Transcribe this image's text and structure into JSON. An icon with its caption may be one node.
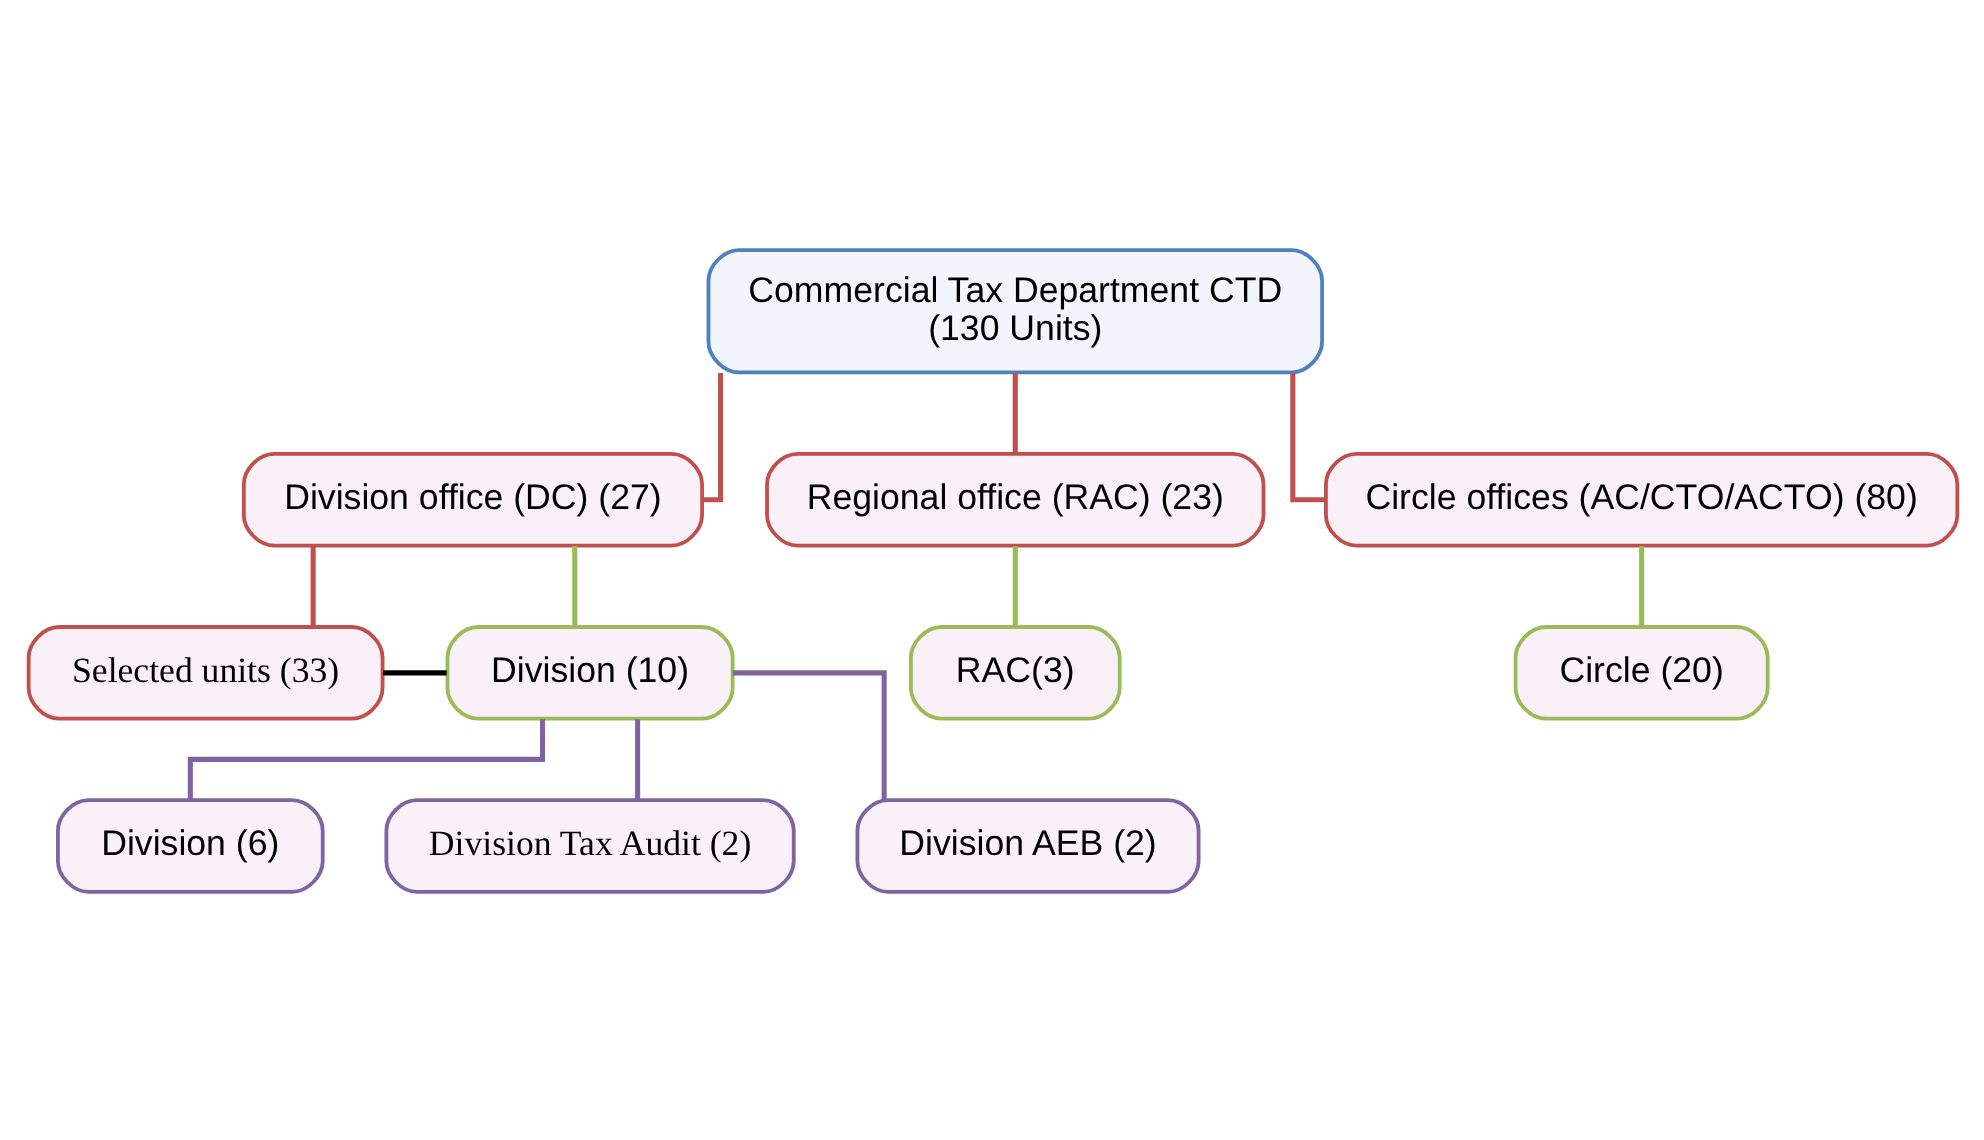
{
  "diagram": {
    "nodes": [
      {
        "text": [
          "Commercial Tax Department CTD",
          "(130 Units)"
        ]
      },
      {
        "text": [
          "Division office (DC) (27)"
        ]
      },
      {
        "text": [
          "Regional office (RAC) (23)"
        ]
      },
      {
        "text": [
          "Circle offices (AC/CTO/ACTO) (80)"
        ]
      },
      {
        "text": [
          "Selected units (33)"
        ]
      },
      {
        "text": [
          "Division (10)"
        ]
      },
      {
        "text": [
          "RAC(3)"
        ]
      },
      {
        "text": [
          "Circle (20)"
        ]
      },
      {
        "text": [
          "Division (6)"
        ]
      },
      {
        "text": [
          "Division Tax Audit (2)"
        ]
      },
      {
        "text": [
          "Division AEB (2)"
        ]
      }
    ],
    "edges": [
      {
        "from": 0,
        "to": 1,
        "arrow": "none",
        "color": "#c0504d"
      },
      {
        "from": 0,
        "to": 2,
        "arrow": "none",
        "color": "#c0504d"
      },
      {
        "from": 0,
        "to": 3,
        "arrow": "none",
        "color": "#c0504d"
      },
      {
        "from": 1,
        "to": 4,
        "arrow": "none",
        "color": "#c0504d"
      },
      {
        "from": 1,
        "to": 5,
        "arrow": "none",
        "color": "#9bbb59"
      },
      {
        "from": 2,
        "to": 6,
        "arrow": "none",
        "color": "#9bbb59"
      },
      {
        "from": 3,
        "to": 7,
        "arrow": "none",
        "color": "#9bbb59"
      },
      {
        "from": 4,
        "to": 5,
        "arrow": "none",
        "color": "#000000"
      },
      {
        "from": 5,
        "to": 8,
        "arrow": "none",
        "color": "#8064a2"
      },
      {
        "from": 5,
        "to": 9,
        "arrow": "none",
        "color": "#8064a2"
      },
      {
        "from": 5,
        "to": 10,
        "arrow": "none",
        "color": "#8064a2"
      }
    ]
  }
}
